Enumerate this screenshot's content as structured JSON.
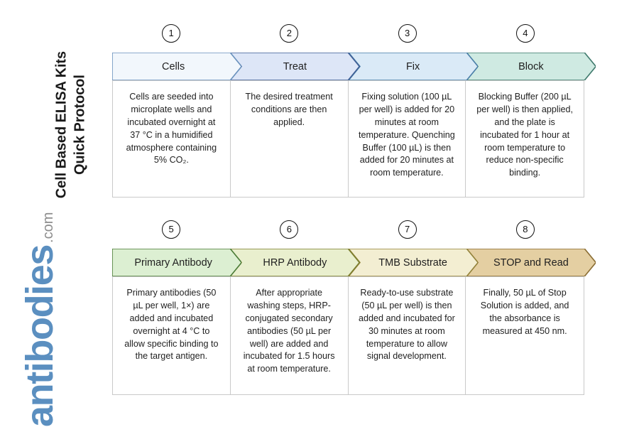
{
  "title": {
    "text": "Cell Based ELISA Kits\nQuick Protocol"
  },
  "brand": {
    "name": "antibodies",
    "tld": ".com",
    "name_color": "#5b8fc0",
    "tld_color": "#8d8d8d"
  },
  "rows": [
    {
      "id": "row-1",
      "steps": [
        {
          "number": "1",
          "label": "Cells",
          "fill": "#f2f7fc",
          "stroke": "#6a92bd",
          "body": "Cells are seeded into microplate wells and incubated overnight at 37 °C in a humidified atmosphere containing 5% CO₂."
        },
        {
          "number": "2",
          "label": "Treat",
          "fill": "#dde6f7",
          "stroke": "#3f5f96",
          "body": "The desired treatment conditions are then applied."
        },
        {
          "number": "3",
          "label": "Fix",
          "fill": "#daeaf7",
          "stroke": "#4a7fa8",
          "body": "Fixing solution (100 µL per well) is added for 20 minutes at room temperature. Quenching Buffer (100 µL) is then added for 20 minutes at room temperature."
        },
        {
          "number": "4",
          "label": "Block",
          "fill": "#cfeae2",
          "stroke": "#3f7a6d",
          "body": "Blocking Buffer (200 µL per well) is then applied, and the plate is incubated for 1 hour at room temperature to reduce non-specific binding."
        }
      ]
    },
    {
      "id": "row-2",
      "steps": [
        {
          "number": "5",
          "label": "Primary Antibody",
          "fill": "#dcefd2",
          "stroke": "#4b7c37",
          "body": "Primary antibodies (50 µL per well, 1×) are added and incubated overnight at 4 °C to allow specific binding to the target antigen."
        },
        {
          "number": "6",
          "label": "HRP Antibody",
          "fill": "#e9efce",
          "stroke": "#7c7f2e",
          "body": "After appropriate washing steps, HRP-conjugated secondary antibodies (50 µL per well) are added and incubated for 1.5 hours at room temperature."
        },
        {
          "number": "7",
          "label": "TMB Substrate",
          "fill": "#f3eed2",
          "stroke": "#93823a",
          "body": "Ready-to-use substrate (50 µL per well) is then added and incubated for 30 minutes at room temperature to allow signal development."
        },
        {
          "number": "8",
          "label": "STOP and Read",
          "fill": "#e4cfa2",
          "stroke": "#8a6d33",
          "body": "Finally, 50 µL of Stop Solution is added, and the absorbance is measured at 450 nm."
        }
      ]
    }
  ]
}
